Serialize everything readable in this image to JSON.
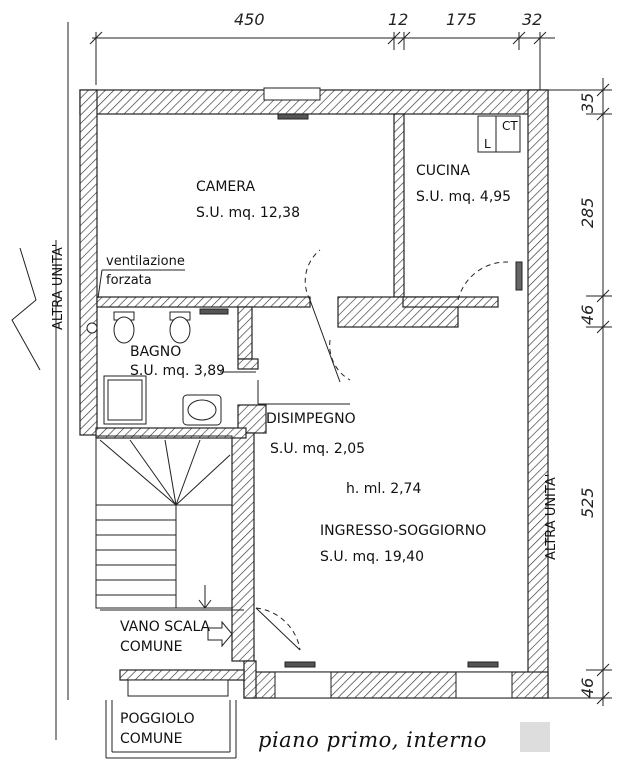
{
  "dimensions": {
    "top": [
      "450",
      "12",
      "175",
      "32"
    ],
    "right": [
      "35",
      "285",
      "46",
      "525",
      "46"
    ]
  },
  "rooms": {
    "camera": {
      "name": "CAMERA",
      "area": "S.U. mq. 12,38"
    },
    "cucina": {
      "name": "CUCINA",
      "area": "S.U. mq. 4,95",
      "appliance_ct": "CT",
      "appliance_l": "L"
    },
    "bagno": {
      "name": "BAGNO",
      "area": "S.U. mq. 3,89"
    },
    "disimpegno": {
      "name": "DISIMPEGNO",
      "area": "S.U. mq. 2,05"
    },
    "soggiorno": {
      "height": "h. ml. 2,74",
      "name": "INGRESSO-SOGGIORNO",
      "area": "S.U. mq. 19,40"
    },
    "scala": {
      "line1": "VANO SCALA",
      "line2": "COMUNE"
    },
    "poggiolo": {
      "line1": "POGGIOLO",
      "line2": "COMUNE"
    }
  },
  "notes": {
    "ventilation_line1": "ventilazione",
    "ventilation_line2": "forzata",
    "neighbor_left": "ALTRA UNITA'",
    "neighbor_right": "ALTRA UNITA'"
  },
  "caption": "piano primo, interno"
}
